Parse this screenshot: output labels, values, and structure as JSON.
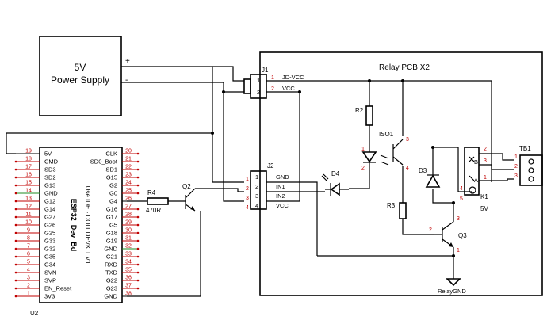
{
  "power_supply": {
    "line1": "5V",
    "line2": "Power Supply",
    "plus": "+",
    "minus": "-"
  },
  "relay_pcb": {
    "title": "Relay PCB X2"
  },
  "j1": {
    "ref": "J1",
    "pins": [
      "1",
      "2"
    ],
    "nets": [
      "JD-VCC",
      "VCC"
    ]
  },
  "j2": {
    "ref": "J2",
    "pins": [
      "1",
      "2",
      "3",
      "4"
    ],
    "nets": [
      "GND",
      "IN1",
      "IN2",
      "VCC"
    ]
  },
  "u2": {
    "ref": "U2",
    "title": "ESP32_Dev_Bd",
    "subtitle": "Use IDE - DOIT DEVKIT V1",
    "left_pins": [
      {
        "num": "19",
        "name": "5V"
      },
      {
        "num": "18",
        "name": "CMD"
      },
      {
        "num": "17",
        "name": "SD3"
      },
      {
        "num": "16",
        "name": "SD2"
      },
      {
        "num": "15",
        "name": "G13"
      },
      {
        "num": "14",
        "name": "GND"
      },
      {
        "num": "13",
        "name": "G12"
      },
      {
        "num": "12",
        "name": "G14"
      },
      {
        "num": "11",
        "name": "G27"
      },
      {
        "num": "10",
        "name": "G26"
      },
      {
        "num": "9",
        "name": "G25"
      },
      {
        "num": "8",
        "name": "G33"
      },
      {
        "num": "7",
        "name": "G32"
      },
      {
        "num": "6",
        "name": "G35"
      },
      {
        "num": "5",
        "name": "G34"
      },
      {
        "num": "4",
        "name": "SVN"
      },
      {
        "num": "3",
        "name": "SVP"
      },
      {
        "num": "2",
        "name": "EN_Reset"
      },
      {
        "num": "1",
        "name": "3V3"
      }
    ],
    "right_pins": [
      {
        "num": "20",
        "name": "CLK"
      },
      {
        "num": "21",
        "name": "SD0_Boot"
      },
      {
        "num": "22",
        "name": "SD1"
      },
      {
        "num": "23",
        "name": "G15"
      },
      {
        "num": "24",
        "name": "G2"
      },
      {
        "num": "25",
        "name": "G0"
      },
      {
        "num": "26",
        "name": "G4"
      },
      {
        "num": "27",
        "name": "G16"
      },
      {
        "num": "28",
        "name": "G17"
      },
      {
        "num": "29",
        "name": "G5"
      },
      {
        "num": "30",
        "name": "G18"
      },
      {
        "num": "31",
        "name": "G19"
      },
      {
        "num": "32",
        "name": "GND"
      },
      {
        "num": "33",
        "name": "G21"
      },
      {
        "num": "34",
        "name": "RXD"
      },
      {
        "num": "35",
        "name": "TXD"
      },
      {
        "num": "36",
        "name": "G22"
      },
      {
        "num": "37",
        "name": "G23"
      },
      {
        "num": "38",
        "name": "GND"
      }
    ]
  },
  "r4": {
    "ref": "R4",
    "value": "470R"
  },
  "q2": {
    "ref": "Q2"
  },
  "d4": {
    "ref": "D4"
  },
  "r2": {
    "ref": "R2"
  },
  "iso1": {
    "ref": "ISO1",
    "pins": [
      "1",
      "2",
      "3",
      "4"
    ]
  },
  "r3": {
    "ref": "R3"
  },
  "d3": {
    "ref": "D3"
  },
  "q3": {
    "ref": "Q3",
    "pins": [
      "1",
      "2",
      "3"
    ]
  },
  "k1": {
    "ref": "K1",
    "value": "5V",
    "pins": [
      "1",
      "2",
      "3",
      "4",
      "5"
    ],
    "contacts": [
      "B",
      "A"
    ]
  },
  "tb1": {
    "ref": "TB1",
    "pins": [
      "1",
      "2",
      "3"
    ]
  },
  "ground": {
    "label": "RelayGND"
  }
}
